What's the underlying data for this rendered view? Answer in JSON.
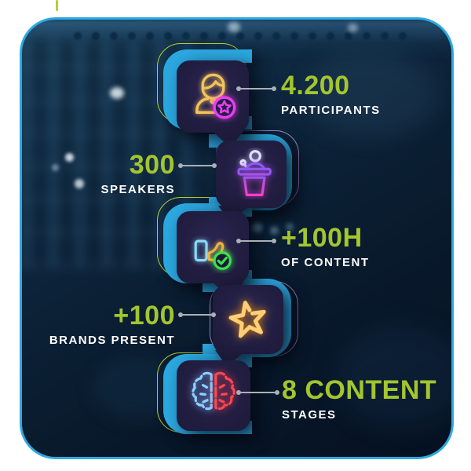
{
  "infographic": {
    "stats": [
      {
        "value": "4.200",
        "label": "PARTICIPANTS",
        "icon": "person-star-icon",
        "text_side": "right"
      },
      {
        "value": "300",
        "label": "SPEAKERS",
        "icon": "podium-speaker-icon",
        "text_side": "left"
      },
      {
        "value": "+100H",
        "label": "OF CONTENT",
        "icon": "thumbs-up-check-icon",
        "text_side": "right"
      },
      {
        "value": "+100",
        "label": "BRANDS PRESENT",
        "icon": "star-icon",
        "text_side": "left"
      },
      {
        "value": "8 CONTENT",
        "label": "STAGES",
        "icon": "brain-icon",
        "text_side": "right"
      }
    ],
    "colors": {
      "accent_green": "#a3c52e",
      "path_blue": "#2ca9e2",
      "bubble_navy": "#211d40",
      "outline_lime": "#b6cf2e",
      "outline_purple": "#a98fd8",
      "label_white": "#ffffff",
      "connector_gray": "#aab0b8",
      "frame_border": "#2ca9e2"
    }
  }
}
